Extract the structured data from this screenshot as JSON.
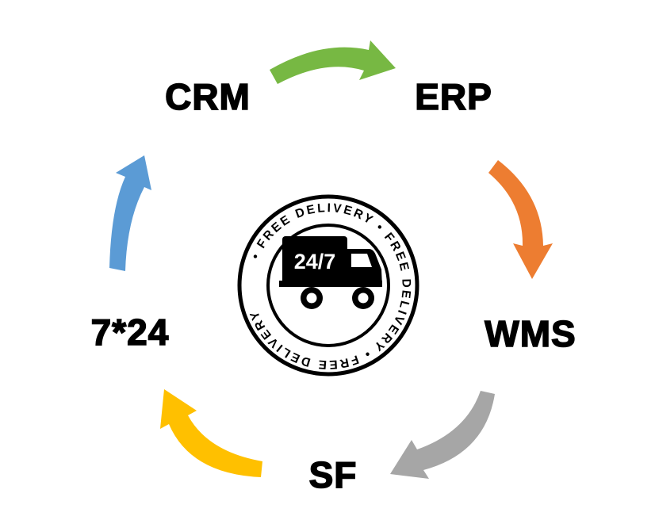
{
  "diagram": {
    "background_color": "#ffffff",
    "text_color": "#000000",
    "nodes": [
      {
        "id": "crm",
        "label": "CRM"
      },
      {
        "id": "erp",
        "label": "ERP"
      },
      {
        "id": "wms",
        "label": "WMS"
      },
      {
        "id": "sf",
        "label": "SF"
      },
      {
        "id": "seven-24",
        "label": "7*24"
      }
    ],
    "arrows": [
      {
        "from": "CRM",
        "to": "ERP",
        "color": "#77b843"
      },
      {
        "from": "ERP",
        "to": "WMS",
        "color": "#ed7d31"
      },
      {
        "from": "WMS",
        "to": "SF",
        "color": "#a6a6a6"
      },
      {
        "from": "SF",
        "to": "7*24",
        "color": "#ffc000"
      },
      {
        "from": "7*24",
        "to": "CRM",
        "color": "#5b9bd5"
      }
    ],
    "badge": {
      "ring_text": "• FREE DELIVERY • FREE DELIVERY • FREE DELIVERY",
      "truck_label": "24/7",
      "icon": "delivery-truck-icon",
      "color": "#000000"
    }
  }
}
